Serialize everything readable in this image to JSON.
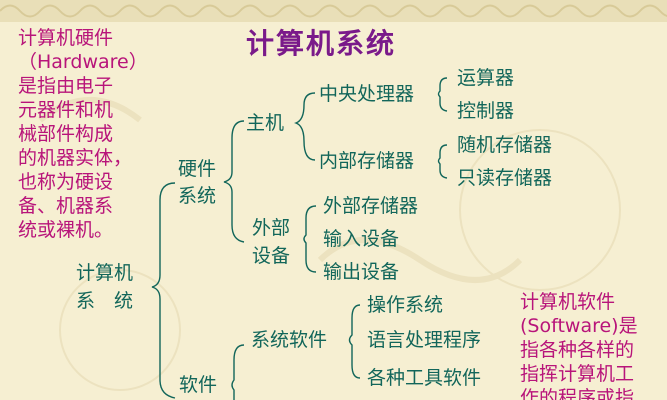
{
  "title": "计算机系统",
  "hardware_note": {
    "lines": [
      "计算机硬件",
      "（Hardware）",
      "是指由电子",
      "元器件和机",
      "械部件构成",
      "的机器实体，",
      "也称为硬设",
      "备、机器系",
      "统或裸机。"
    ]
  },
  "software_note": {
    "lines": [
      "计算机软件",
      "(Software)是",
      "指各种各样的",
      "指挥计算机工",
      "作的程序或指"
    ]
  },
  "root": {
    "line1": "计算机",
    "line2": "系　统"
  },
  "hardware": {
    "line1": "硬件",
    "line2": "系统"
  },
  "host": "主机",
  "cpu": "中央处理器",
  "alu": "运算器",
  "controller": "控制器",
  "internal_storage": "内部存储器",
  "ram": "随机存储器",
  "rom": "只读存储器",
  "peripheral": {
    "line1": "外部",
    "line2": "设备"
  },
  "external_storage": "外部存储器",
  "input_device": "输入设备",
  "output_device": "输出设备",
  "system_software": "系统软件",
  "os": "操作系统",
  "language_processor": "语言处理程序",
  "tools": "各种工具软件",
  "software": "软件",
  "colors": {
    "background": "#f6efd2",
    "title": "#7a1a8a",
    "accent": "#b8147a",
    "node": "#12665a"
  }
}
